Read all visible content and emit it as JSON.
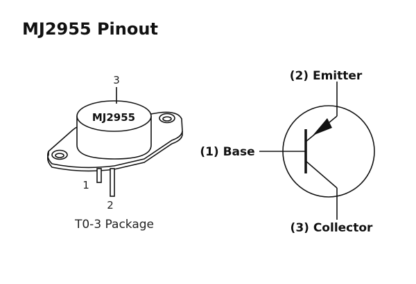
{
  "title": "MJ2955 Pinout",
  "package": {
    "case_marking": "MJ2955",
    "pin_top": "3",
    "pin_left": "1",
    "pin_bottom": "2",
    "caption": "T0-3 Package"
  },
  "symbol": {
    "emitter": "(2) Emitter",
    "base": "(1) Base",
    "collector": "(3) Collector"
  }
}
